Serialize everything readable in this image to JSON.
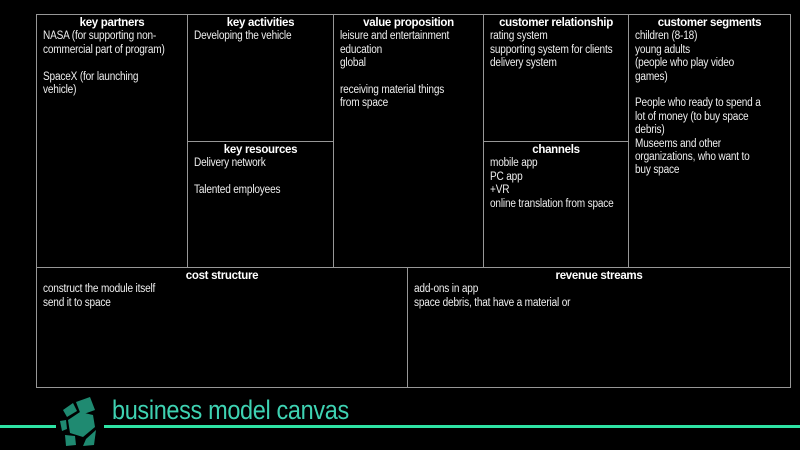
{
  "colors": {
    "accent": "#3ed2b2",
    "line": "#2ee3a4",
    "logo": "#1f8a71",
    "grid": "#979797",
    "background": "#000000",
    "text": "#eeeeee"
  },
  "canvas": {
    "sections": {
      "key_partners": {
        "title": "key partners",
        "body": "NASA (for supporting non-\ncommercial part of program)\n\nSpaceX (for launching\nvehicle)"
      },
      "key_activities": {
        "title": "key activities",
        "body": "Developing the vehicle"
      },
      "key_resources": {
        "title": "key resources",
        "body": "Delivery network\n\nTalented employees"
      },
      "value_proposition": {
        "title": "value proposition",
        "body": "leisure and entertainment\neducation\nglobal\n\nreceiving material things\nfrom space"
      },
      "customer_relationship": {
        "title": "customer relationship",
        "body": "rating system\nsupporting system for clients\ndelivery system"
      },
      "channels": {
        "title": "channels",
        "body": "mobile app\nPC app\n+VR\nonline translation from space"
      },
      "customer_segments": {
        "title": "customer segments",
        "body": "children (8-18)\nyoung adults\n(people who play video\ngames)\n\nPeople who ready to spend a\nlot of money (to buy space\ndebris)\nMuseems and other\norganizations, who want to\nbuy space"
      },
      "cost_structure": {
        "title": "cost structure",
        "body": "construct the module itself\nsend it to space"
      },
      "revenue_streams": {
        "title": "revenue streams",
        "body": "add-ons in app\nspace debris, that have a material or"
      }
    }
  },
  "footer": {
    "title": "business model canvas",
    "logo_icon": "hexagon-tiles-logo"
  }
}
